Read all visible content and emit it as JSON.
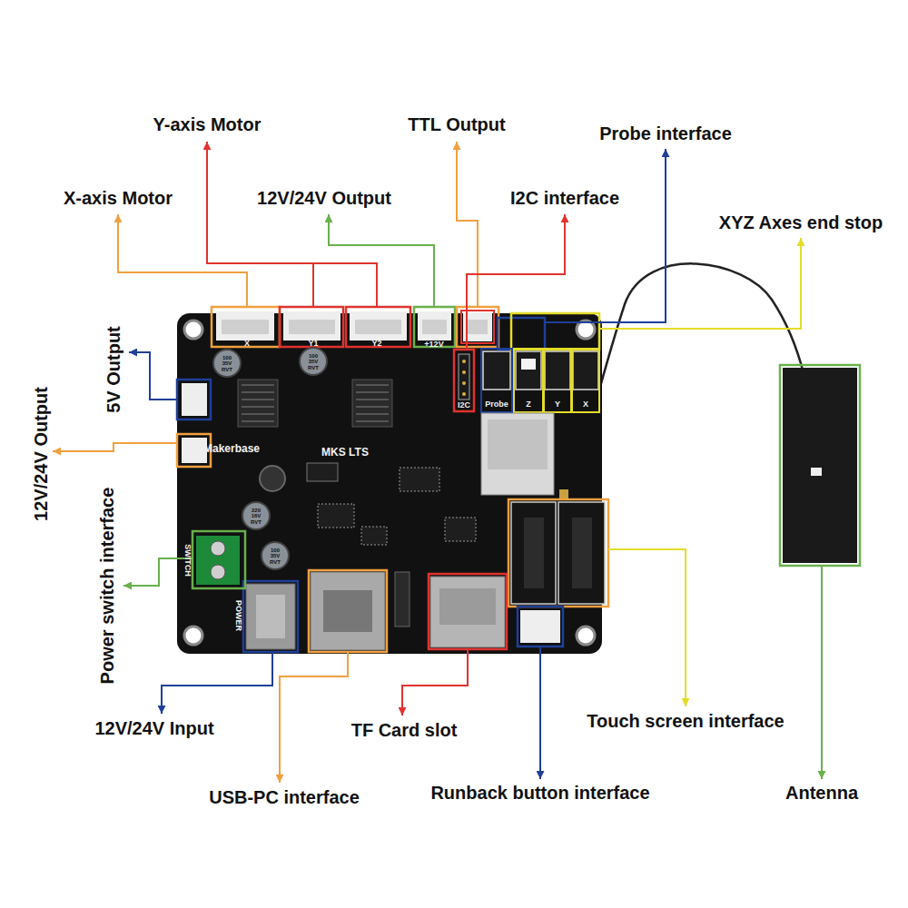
{
  "diagram": {
    "labels": [
      "Y-axis Motor",
      "TTL Output",
      "Probe interface",
      "X-axis Motor",
      "12V/24V Output",
      "I2C interface",
      "XYZ Axes end stop",
      "5V Output",
      "12V/24V Output",
      "Power switch interface",
      "12V/24V Input",
      "TF Card slot",
      "Touch screen interface",
      "USB-PC interface",
      "Runback button interface",
      "Antenna",
      "Makerbase",
      "MKS LTS",
      "X",
      "Y1",
      "Y2",
      "+12V",
      "I2C",
      "Probe",
      "Z",
      "Y",
      "X",
      "SWITCH",
      "POWER",
      "100 35V RVT",
      "100 35V RVT",
      "220 16V RVT",
      "100 35V RVT"
    ]
  }
}
